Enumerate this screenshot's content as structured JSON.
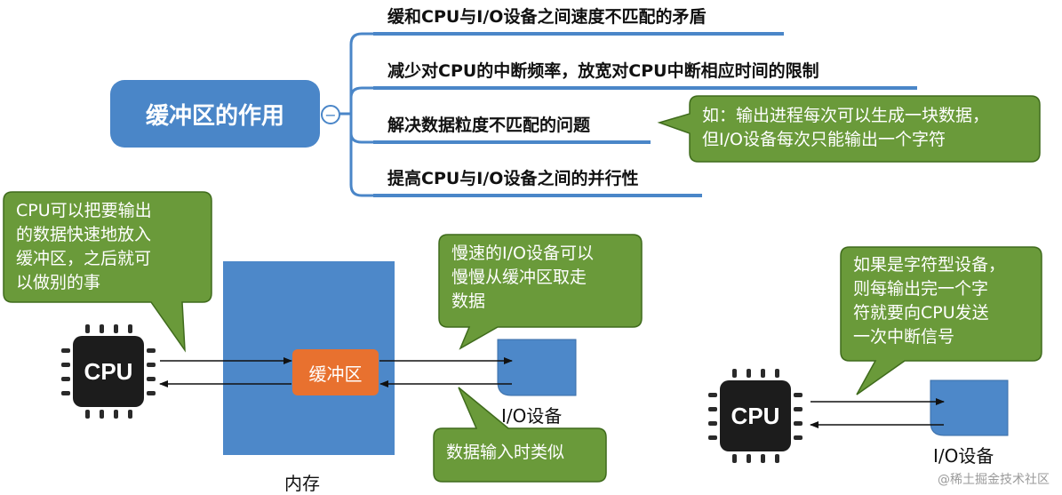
{
  "mindmap": {
    "root": "缓冲区的作用",
    "collapse_symbol": "−",
    "branches": [
      "缓和CPU与I/O设备之间速度不匹配的矛盾",
      "减少对CPU的中断频率，放宽对CPU中断相应时间的限制",
      "解决数据粒度不匹配的问题",
      "提高CPU与I/O设备之间的并行性"
    ],
    "example_note": [
      "如：输出进程每次可以生成一块数据，",
      "但I/O设备每次只能输出一个字符"
    ]
  },
  "left_diagram": {
    "cpu_label": "CPU",
    "cpu_note": [
      "CPU可以把要输出",
      "的数据快速地放入",
      "缓冲区，之后就可",
      "以做别的事"
    ],
    "memory_label": "内存",
    "buffer_label": "缓冲区",
    "io_label": "I/O设备",
    "io_note": [
      "慢速的I/O设备可以",
      "慢慢从缓冲区取走",
      "数据"
    ],
    "input_note": "数据输入时类似"
  },
  "right_diagram": {
    "cpu_label": "CPU",
    "io_label": "I/O设备",
    "note": [
      "如果是字符型设备，",
      "则每输出完一个字",
      "符就要向CPU发送",
      "一次中断信号"
    ]
  },
  "watermark": "@稀土掘金技术社区",
  "colors": {
    "blue": "#4a86c8",
    "green": "#6a9a3a",
    "orange": "#e8712f",
    "chip": "#1c1c1c"
  }
}
